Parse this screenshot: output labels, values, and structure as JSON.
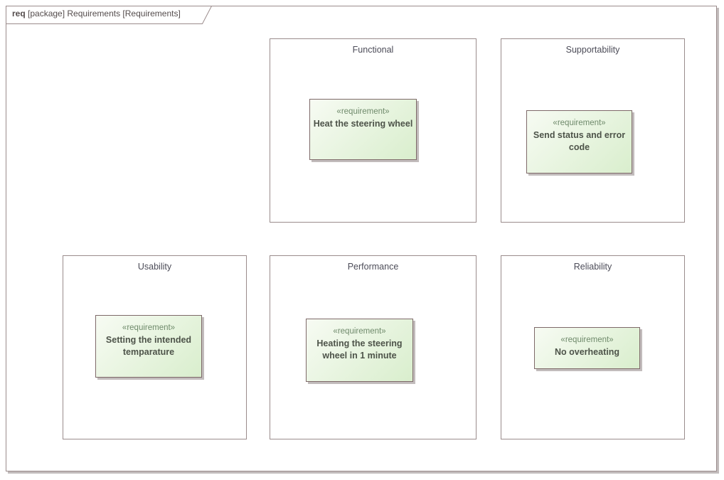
{
  "frame": {
    "keyword": "req",
    "title": " [package] Requirements [Requirements]"
  },
  "groups": [
    {
      "title": "Functional",
      "requirement": {
        "stereotype": "«requirement»",
        "name": "Heat the steering wheel"
      }
    },
    {
      "title": "Supportability",
      "requirement": {
        "stereotype": "«requirement»",
        "name": "Send status and error code"
      }
    },
    {
      "title": "Usability",
      "requirement": {
        "stereotype": "«requirement»",
        "name": "Setting the intended temparature"
      }
    },
    {
      "title": "Performance",
      "requirement": {
        "stereotype": "«requirement»",
        "name": "Heating the steering wheel in 1 minute"
      }
    },
    {
      "title": "Reliability",
      "requirement": {
        "stereotype": "«requirement»",
        "name": "No overheating"
      }
    }
  ],
  "colors": {
    "frame-border": "#9b8c8c",
    "group-border": "#9a8c8c",
    "req-border": "#7e6969",
    "req-grad-start": "#f7fbf3",
    "req-grad-end": "#d9eecd",
    "shadow": "#c2bcbc",
    "frame-text": "#544c4c",
    "group-title-text": "#4c4c58",
    "stereotype-text": "#6f8a6b",
    "req-name-text": "#4d5349"
  }
}
